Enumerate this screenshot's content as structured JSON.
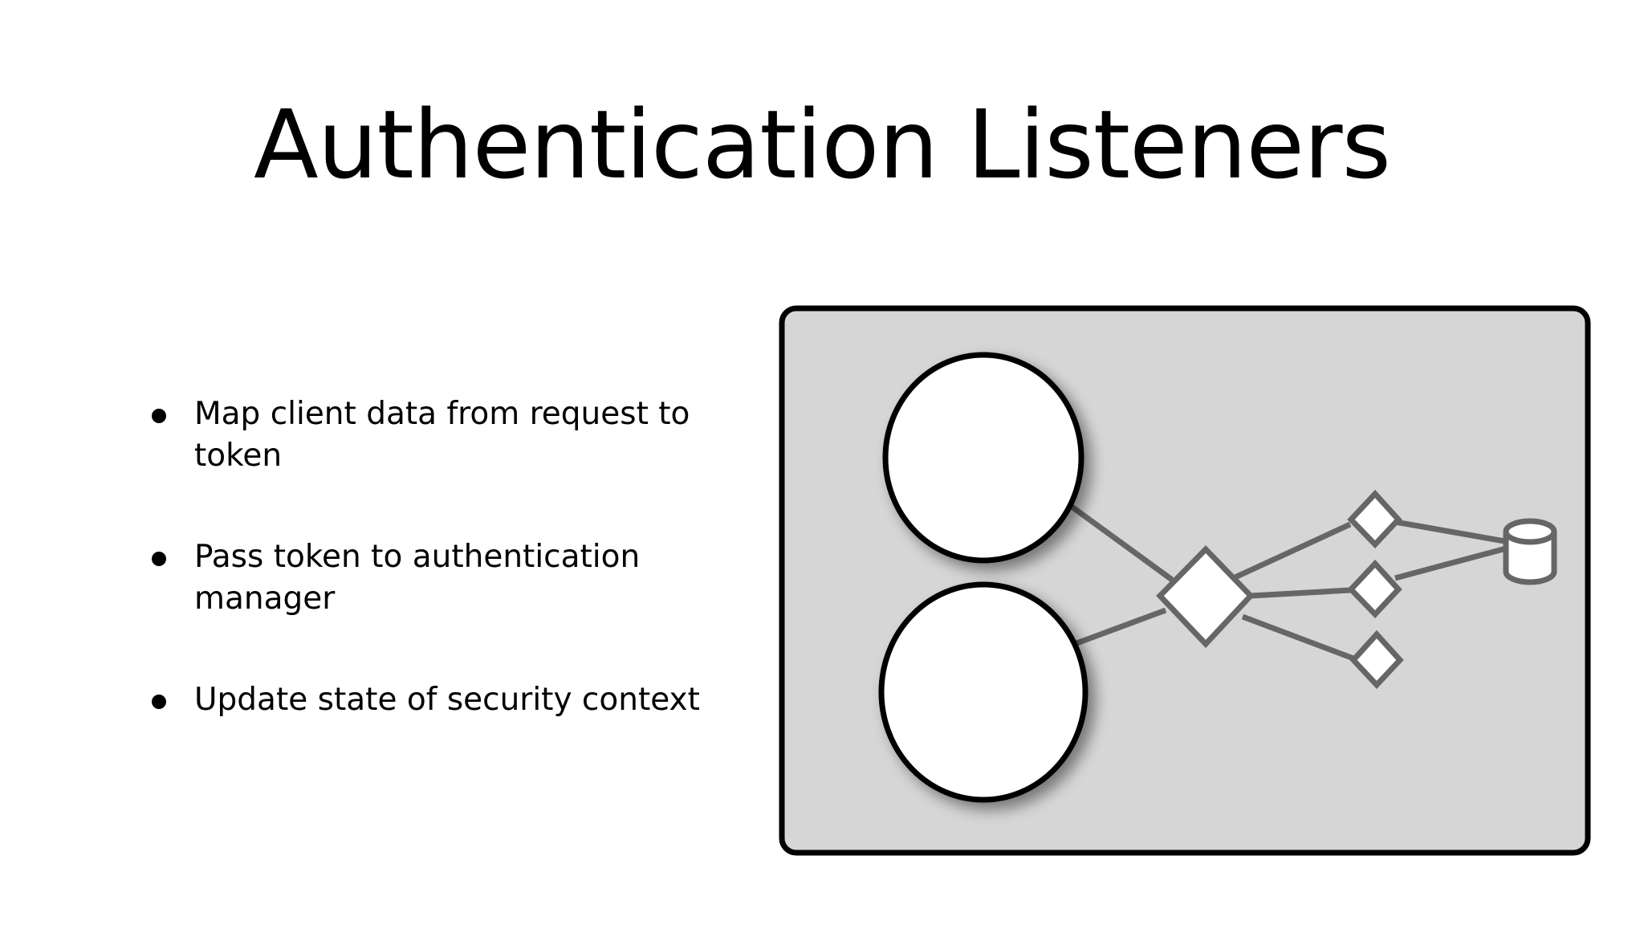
{
  "slide": {
    "title": "Authentication Listeners",
    "bullets": [
      "Map client data from request to token",
      "Pass token to authentication manager",
      "Update state of security context"
    ]
  },
  "diagram": {
    "panel_color": "#d6d6d6",
    "panel_border_color": "#000000",
    "connector_color": "#666666",
    "node_fill": "#ffffff",
    "nodes": [
      {
        "kind": "circle",
        "name": "circle-node-top"
      },
      {
        "kind": "circle",
        "name": "circle-node-bottom"
      },
      {
        "kind": "diamond",
        "name": "hub-diamond"
      },
      {
        "kind": "diamond",
        "name": "branch-diamond-top"
      },
      {
        "kind": "diamond",
        "name": "branch-diamond-middle"
      },
      {
        "kind": "diamond",
        "name": "branch-diamond-bottom"
      },
      {
        "kind": "database",
        "name": "database-icon"
      }
    ]
  }
}
